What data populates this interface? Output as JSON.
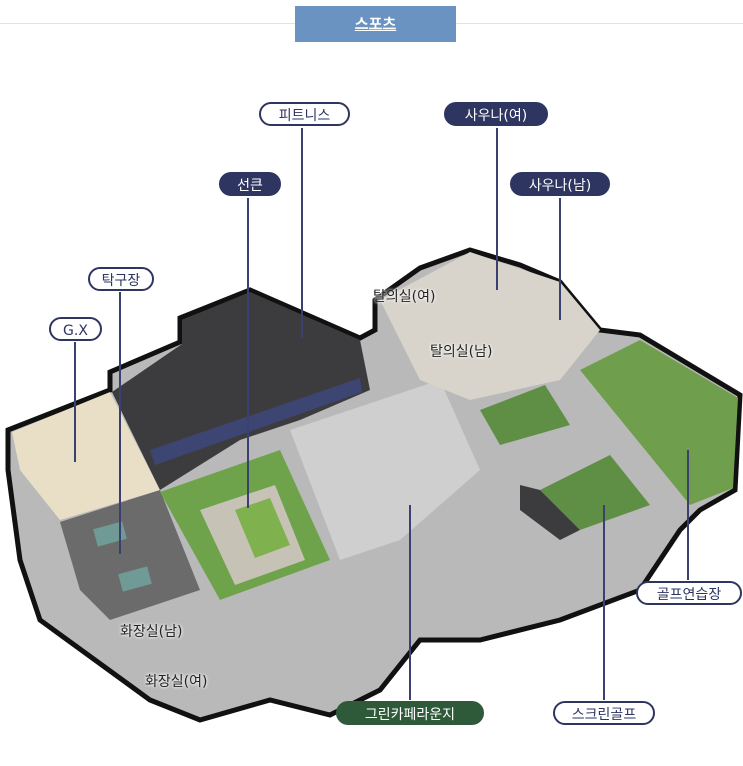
{
  "header": {
    "title": "스포츠"
  },
  "labels": {
    "fitness": "피트니스",
    "sauna_f": "사우나(여)",
    "sauna_m": "사우나(남)",
    "sunken": "선큰",
    "table_tennis": "탁구장",
    "gx": "G.X",
    "golf_practice": "골프연습장",
    "screen_golf": "스크린골프",
    "cafe": "그린카페라운지"
  },
  "rooms": {
    "locker_f": "탈의실(여)",
    "locker_m": "탈의실(남)",
    "restroom_m": "화장실(남)",
    "restroom_f": "화장실(여)"
  },
  "colors": {
    "header": "#6b93c2",
    "navy": "#2d3560",
    "cafe_green": "#2f5a3a"
  }
}
